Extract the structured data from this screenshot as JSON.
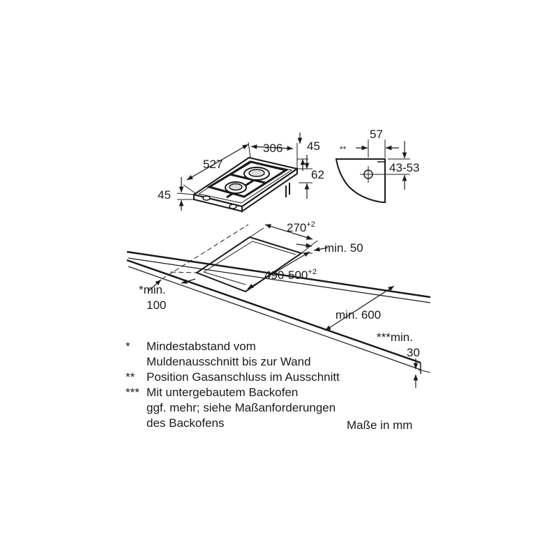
{
  "dimensions": {
    "width_527": "527",
    "width_306": "306",
    "height_45_top": "45",
    "depth_62": "62",
    "height_45_side": "45",
    "gas_57": "57",
    "gas_range": "43-53",
    "gas_marker": "**",
    "cutout_270": "270",
    "cutout_270_tol": "+2",
    "cutout_490_500": "490-500",
    "cutout_490_tol": "+2",
    "min_50": "min. 50",
    "min_100_prefix": "*min.",
    "min_100_value": "100",
    "min_600": "min. 600",
    "min_30_prefix": "***min.",
    "min_30_value": "30"
  },
  "legend": [
    {
      "mark": "*",
      "lines": [
        "Mindestabstand vom",
        "Muldenausschnitt bis zur Wand"
      ]
    },
    {
      "mark": "**",
      "lines": [
        "Position Gasanschluss im Ausschnitt"
      ]
    },
    {
      "mark": "***",
      "lines": [
        "Mit untergebautem Backofen",
        "ggf. mehr; siehe Maßanforderungen",
        "des Backofens"
      ]
    }
  ],
  "units_note": "Maße in mm"
}
